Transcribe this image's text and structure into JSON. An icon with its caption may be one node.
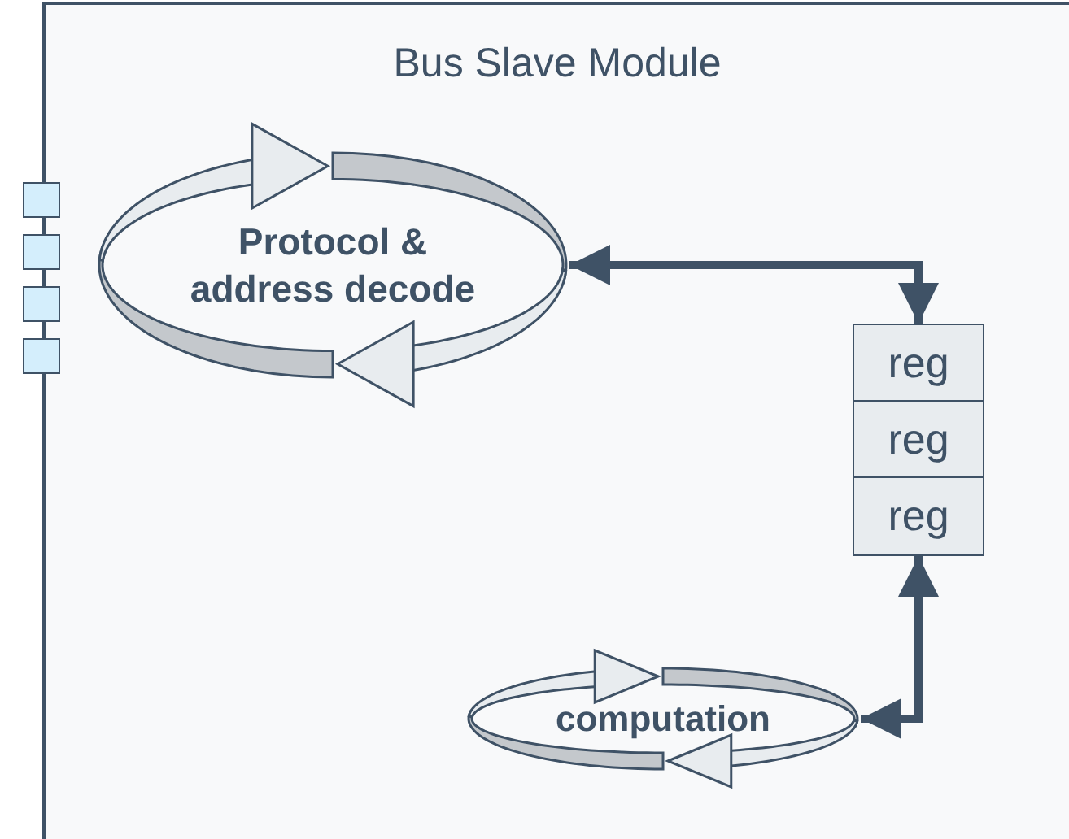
{
  "diagram": {
    "nodes": [
      {
        "text": [
          "Bus Slave Module"
        ]
      },
      {
        "text": [
          "Protocol & address decode"
        ],
        "in": 0
      },
      {
        "text": [
          "reg"
        ],
        "in": 0
      },
      {
        "text": [
          "reg"
        ],
        "in": 0
      },
      {
        "text": [
          "reg"
        ],
        "in": 0
      },
      {
        "text": [
          "computation"
        ],
        "in": 0
      },
      {
        "text": [],
        "shape": "box"
      },
      {
        "text": [],
        "shape": "box"
      },
      {
        "text": [],
        "shape": "box"
      },
      {
        "text": [],
        "shape": "box"
      }
    ],
    "edges": [
      {
        "from": 1,
        "to": 2,
        "arrow": "both"
      },
      {
        "from": 4,
        "to": 5,
        "arrow": "both"
      }
    ]
  }
}
